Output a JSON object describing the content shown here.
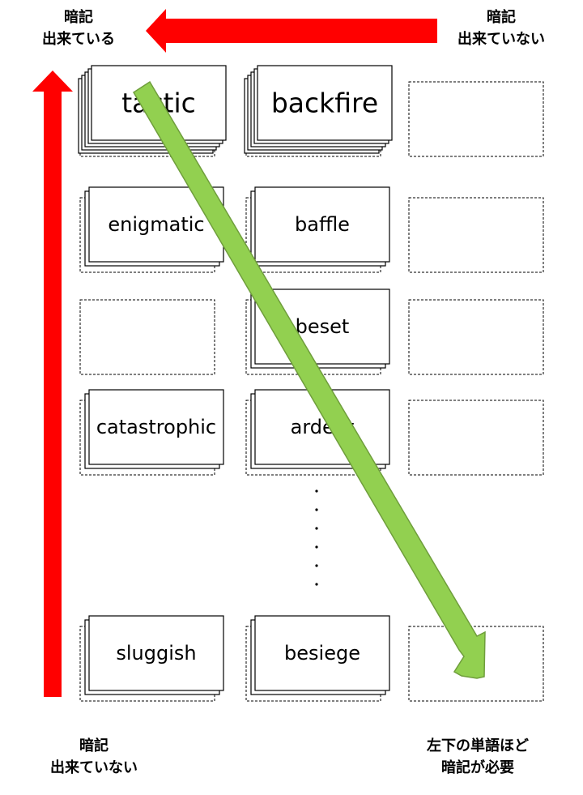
{
  "labels": {
    "top_left": [
      "暗記",
      "出来ている"
    ],
    "top_right": [
      "暗記",
      "出来ていない"
    ],
    "bottom_left": [
      "暗記",
      "出来ていない"
    ],
    "bottom_right": [
      "左下の単語ほど",
      "暗記が必要"
    ]
  },
  "grid": {
    "rows": [
      [
        {
          "word": "tactic",
          "stack": "large"
        },
        {
          "word": "backfire",
          "stack": "large"
        },
        {
          "word": "",
          "stack": "empty"
        }
      ],
      [
        {
          "word": "enigmatic",
          "stack": "small"
        },
        {
          "word": "baffle",
          "stack": "small"
        },
        {
          "word": "",
          "stack": "empty"
        }
      ],
      [
        {
          "word": "",
          "stack": "empty"
        },
        {
          "word": "beset",
          "stack": "small"
        },
        {
          "word": "",
          "stack": "empty"
        }
      ],
      [
        {
          "word": "catastrophic",
          "stack": "small"
        },
        {
          "word": "ardent",
          "stack": "small"
        },
        {
          "word": "",
          "stack": "empty"
        }
      ],
      [
        {
          "word": "sluggish",
          "stack": "small"
        },
        {
          "word": "besiege",
          "stack": "small"
        },
        {
          "word": "",
          "stack": "empty"
        }
      ]
    ],
    "ellipsis": "⋮"
  },
  "colors": {
    "red_arrow": "#ff0000",
    "green_arrow": "#92d050",
    "green_arrow_stroke": "#6f9e3c",
    "card_border": "#000000"
  }
}
